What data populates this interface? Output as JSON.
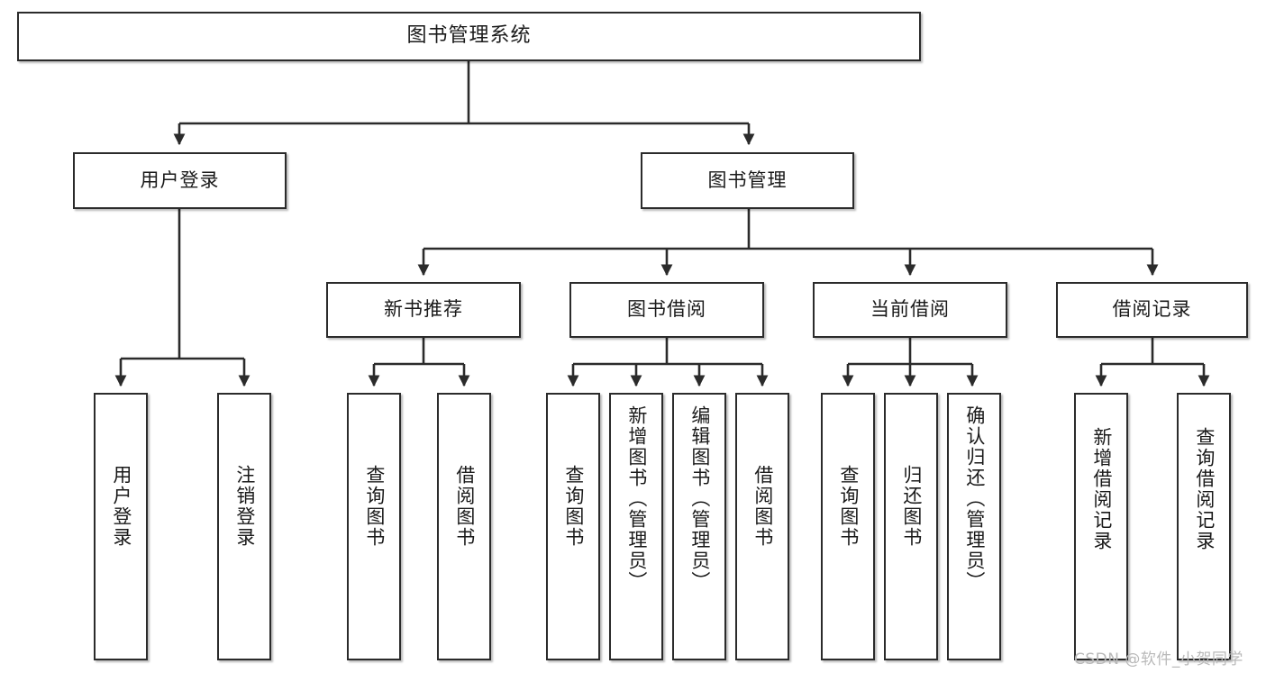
{
  "diagram": {
    "title": "图书管理系统",
    "kind": "功能结构图",
    "colors": {
      "stroke": "#2b2b2b",
      "fill": "#ffffff",
      "text": "#1a1a1a",
      "watermark": "#b9b9b9"
    }
  },
  "root": {
    "label": "图书管理系统"
  },
  "level2": [
    {
      "label": "用户登录"
    },
    {
      "label": "图书管理"
    }
  ],
  "level3": [
    {
      "label": "新书推荐"
    },
    {
      "label": "图书借阅"
    },
    {
      "label": "当前借阅"
    },
    {
      "label": "借阅记录"
    }
  ],
  "leaves": {
    "user_login": [
      {
        "label": "用户登录"
      },
      {
        "label": "注销登录"
      }
    ],
    "new_book": [
      {
        "label": "查询图书"
      },
      {
        "label": "借阅图书"
      }
    ],
    "book_borrow": [
      {
        "label": "查询图书"
      },
      {
        "label": "新增图书（管理员）"
      },
      {
        "label": "编辑图书（管理员）"
      },
      {
        "label": "借阅图书"
      }
    ],
    "current_borrow": [
      {
        "label": "查询图书"
      },
      {
        "label": "归还图书"
      },
      {
        "label": "确认归还（管理员）"
      }
    ],
    "borrow_record": [
      {
        "label": "新增借阅记录"
      },
      {
        "label": "查询借阅记录"
      }
    ]
  },
  "watermark": {
    "text": "CSDN @软件_小贺同学"
  }
}
